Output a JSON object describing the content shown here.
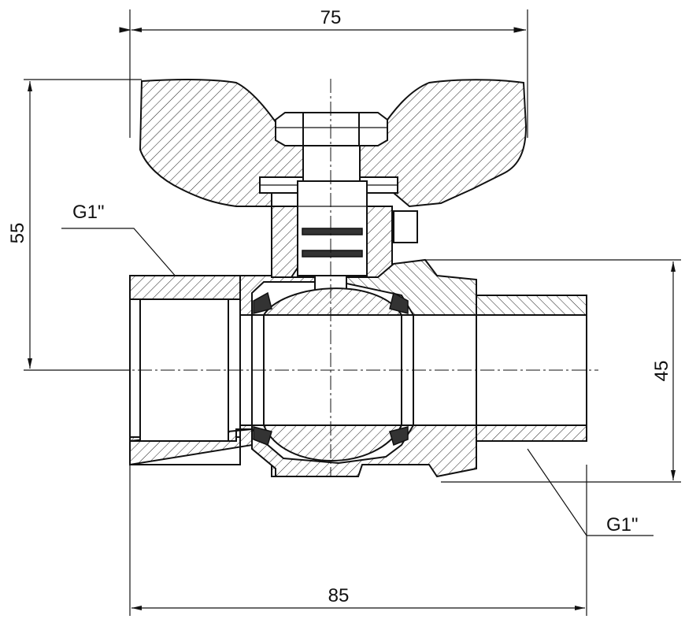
{
  "dimensions": {
    "top_width": "75",
    "height": "55",
    "right_height": "45",
    "bottom_width": "85"
  },
  "thread_labels": {
    "left": "G1\"",
    "right": "G1\""
  }
}
